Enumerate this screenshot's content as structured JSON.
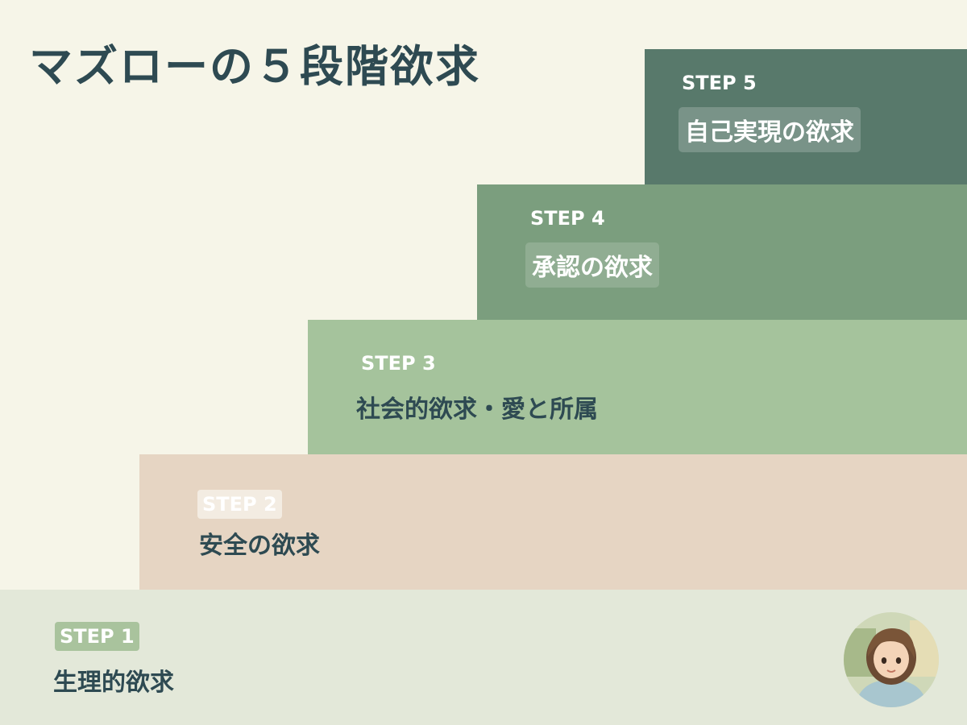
{
  "title": "マズローの５段階欲求",
  "steps": [
    {
      "label": "STEP 1",
      "name": "生理的欲求",
      "color": "#e3e8d9"
    },
    {
      "label": "STEP 2",
      "name": "安全の欲求",
      "color": "#e6d5c3"
    },
    {
      "label": "STEP 3",
      "name": "社会的欲求・愛と所属",
      "color": "#a5c39c"
    },
    {
      "label": "STEP 4",
      "name": "承認の欲求",
      "color": "#7b9e7e"
    },
    {
      "label": "STEP 5",
      "name": "自己実現の欲求",
      "color": "#58796b"
    }
  ],
  "avatar": {
    "icon": "woman-avatar-icon"
  }
}
